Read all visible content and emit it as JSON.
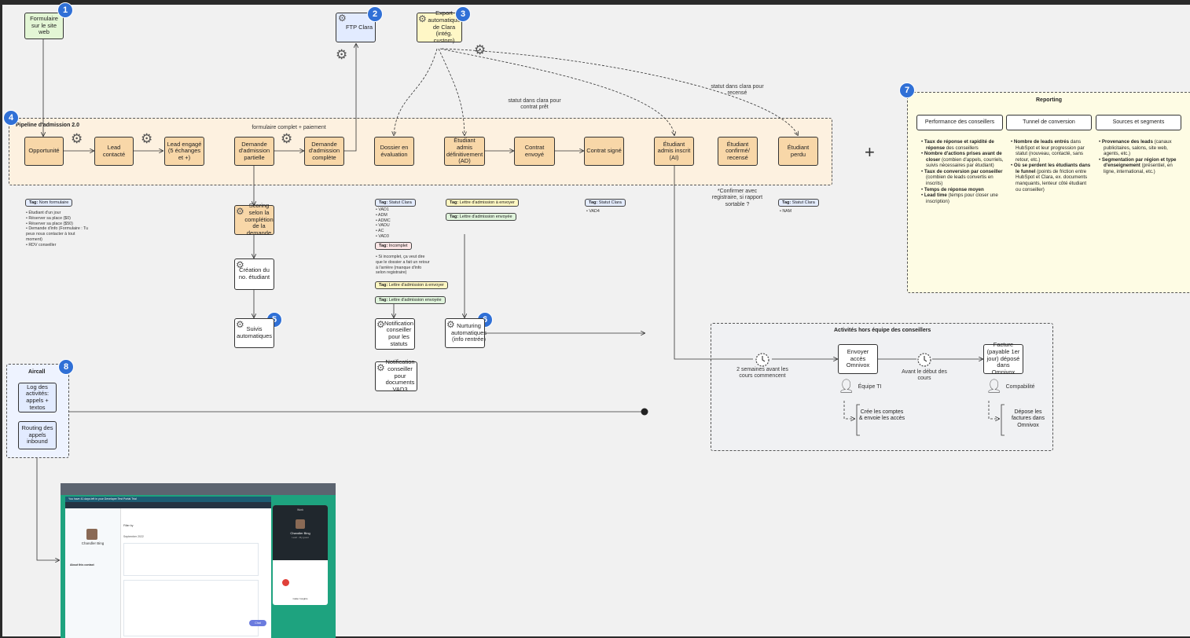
{
  "colors": {
    "pipeline_fill": "#fdf1e0",
    "stage_fill": "#f8d7a8",
    "badge": "#3070d6",
    "reporting_fill": "#fefce4",
    "activities_fill": "#f0f1f3",
    "aircall_fill": "#eef3ff",
    "screenshot_bg": "#1ea37f"
  },
  "badges": [
    "1",
    "2",
    "3",
    "4",
    "5",
    "6",
    "7",
    "8"
  ],
  "sources": {
    "form": "Formulaire sur le site web",
    "ftp": "FTP Clara",
    "export": "Export automatique de Clara (intég. custom)"
  },
  "icons": [
    "gear-icon",
    "person-icon",
    "clock-icon",
    "plus-icon"
  ],
  "pipeline": {
    "title": "Pipeline d'admission 2.0",
    "edge_label": "formulaire complet + paiement",
    "stages": [
      "Opportunité",
      "Lead contacté",
      "Lead engagé (5 échanges et +)",
      "Demande d'admission partielle",
      "Demande d'admission complète",
      "Dossier en évaluation",
      "Étudiant admis définitivement (AD)",
      "Contrat envoyé",
      "Contrat signé",
      "Étudiant admis inscrit (AI)",
      "Étudiant confirmé/ recensé",
      "Étudiant perdu"
    ]
  },
  "edge_labels": {
    "contract_ready": "statut dans clara pour contrat prêt",
    "census": "statut dans clara pour recensé",
    "confirm_note": "*Confirmer avec registraire, si rapport sortable ?"
  },
  "tags": {
    "form_name": {
      "label": "Tag:",
      "value": "Nom formulaire"
    },
    "form_items": [
      "Étudiant d'un jour",
      "Réserver sa place ($0)",
      "Réserver sa place ($50)",
      "Demande d'info (Formulaire : Tu peux nous contacter à tout moment)",
      "RDV conseiller"
    ],
    "clara_status": {
      "label": "Tag:",
      "value": "Statut Clara"
    },
    "clara_items": [
      "VAD1",
      "ADM",
      "ADMC",
      "VADU",
      "AC",
      "VAD3"
    ],
    "incomplete": {
      "label": "Tag:",
      "value": "Incomplet"
    },
    "incomplete_items": [
      "Si incomplet, ça veut dire que le dossier a fait un retour à l'arrière (manque d'info selon registraire)"
    ],
    "letter_to_send": {
      "label": "Tag:",
      "value": "Lettre d'admission à envoyer"
    },
    "letter_sent": {
      "label": "Tag:",
      "value": "Lettre d'admission envoyée"
    },
    "letter_to_send_2": {
      "label": "Tag:",
      "value": "Lettre d'admission à envoyer"
    },
    "letter_sent_2": {
      "label": "Tag:",
      "value": "Lettre d'admission envoyée"
    },
    "clara_status_2": {
      "label": "Tag:",
      "value": "Statut Clara"
    },
    "vad4": [
      "VAD4"
    ],
    "clara_status_3": {
      "label": "Tag:",
      "value": "Statut Clara"
    },
    "nam": [
      "NAM"
    ]
  },
  "automations": {
    "scoring": "Scoring selon la complétion de la demande",
    "student_no": "Création du no. étudiant",
    "followups": "Suivis automatiques",
    "notif_status": "Notification conseiller pour les statuts",
    "notif_docs": "Notification conseiller pour documents VAD3",
    "nurturing": "Nurturing automatiques (info rentrée)"
  },
  "reporting": {
    "title": "Reporting",
    "columns": [
      {
        "header": "Performance des conseillers",
        "items": [
          {
            "bold": "Taux de réponse et rapidité de réponse",
            "rest": " des conseillers"
          },
          {
            "bold": "Nombre d'actions prises avant de closer",
            "rest": " (combien d'appels, courriels, suivis nécessaires par étudiant)"
          },
          {
            "bold": "Taux de conversion par conseiller",
            "rest": " (combien de leads convertis en inscrits)"
          },
          {
            "bold": "Temps de réponse moyen",
            "rest": ""
          },
          {
            "bold": "Lead time",
            "rest": " (temps pour closer une inscription)"
          }
        ]
      },
      {
        "header": "Tunnel de conversion",
        "items": [
          {
            "bold": "Nombre de leads entrés",
            "rest": " dans HubSpot et leur progression par statut (nouveau, contacté, sans retour, etc.)"
          },
          {
            "bold": "Où se perdent les étudiants dans le funnel",
            "rest": " (points de friction entre HubSpot et Clara, ex. documents manquants, lenteur côté étudiant ou conseiller)"
          }
        ]
      },
      {
        "header": "Sources et segments",
        "items": [
          {
            "bold": "Provenance des leads",
            "rest": " (canaux publicitaires, salons, site web, agents, etc.)"
          },
          {
            "bold": "Segmentation par région et type d'enseignement",
            "rest": " (présentiel, en ligne, international, etc.)"
          }
        ]
      }
    ]
  },
  "activities": {
    "title": "Activités hors équipe des conseillers",
    "timer1": "2 semaines avant les cours commencent",
    "access": "Envoyer accès Omnivox",
    "timer2": "Avant le début des cours",
    "invoice": "Facture (payable 1er jour) déposé dans Omnivox",
    "team_it": "Équipe TI",
    "accounting": "Compabilité",
    "it_task": "Crée les comptes & envoie les accès",
    "acc_task": "Dépose les factures dans Omnivox"
  },
  "aircall": {
    "title": "Aircall",
    "log": "Log des activités: appels + textos",
    "routing": "Routing des appels inbound"
  },
  "screenshot": {
    "contact_name": "Chandler Bing",
    "date_heading": "September 2022",
    "filter_label": "Filter by",
    "banner": "You have 41 days left in your Developer Test Portal Trial",
    "phone_header": "Work",
    "phone_name": "Chandler Bing",
    "phone_sub": "Lead - My guest",
    "caller_insights": "Caller Insights",
    "contact_section": "About this contact",
    "chat_label": "Chat"
  }
}
